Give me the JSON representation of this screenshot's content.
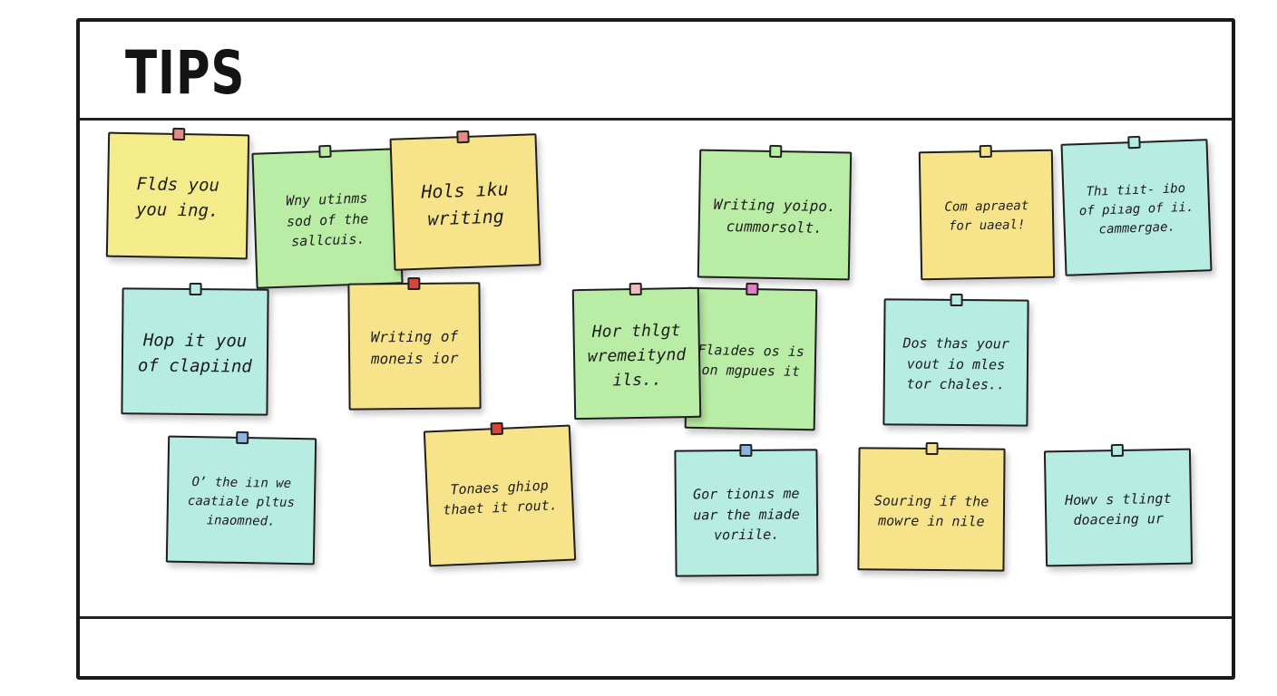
{
  "board": {
    "title": "TIPS"
  },
  "notes": [
    {
      "id": "n1",
      "text": "Flds you\nyou ing.",
      "color": "#f4ec8a",
      "pin": "#e38a86"
    },
    {
      "id": "n2",
      "text": "Wny utinms\nsod of the\nsallcuis.",
      "color": "#b9eca4",
      "pin": "#b9eca4"
    },
    {
      "id": "n3",
      "text": "Hols ıku\nwriting",
      "color": "#f7e48a",
      "pin": "#e38a86"
    },
    {
      "id": "n4",
      "text": "Writing yoipo.\ncummorsolt.",
      "color": "#b9eca4",
      "pin": "#b9eca4"
    },
    {
      "id": "n5",
      "text": "Com apraeat\nfor uaeal!",
      "color": "#f7e48a",
      "pin": "#f3e38a"
    },
    {
      "id": "n6",
      "text": "Thı tiıt- ibo\nof piıag of ii.\ncammergae.",
      "color": "#b6ece2",
      "pin": "#b6ece2"
    },
    {
      "id": "n7",
      "text": "Hop it you\nof clapiind",
      "color": "#b6ece2",
      "pin": "#b6ece2"
    },
    {
      "id": "n8",
      "text": "Writing of\nmoneis ior",
      "color": "#f7e48a",
      "pin": "#d9443d"
    },
    {
      "id": "n9",
      "text": "Flaıdes os is\non mgpues it",
      "color": "#b9eca4",
      "pin": "#e27ec8"
    },
    {
      "id": "n10",
      "text": "Hor thlgt\nwremeitynd\nils..",
      "color": "#b9eca4",
      "pin": "#e9c0bd"
    },
    {
      "id": "n11",
      "text": "Dos thas your\nvout io mles\ntor chales..",
      "color": "#b6ece2",
      "pin": "#b6ece2"
    },
    {
      "id": "n12",
      "text": "Oʼ the iın we\ncaatiale pltus\ninaomned.",
      "color": "#b6ece2",
      "pin": "#8fb3e0"
    },
    {
      "id": "n13",
      "text": "Tonaes ghiop\nthaet it rout.",
      "color": "#f7e48a",
      "pin": "#d9443d"
    },
    {
      "id": "n14",
      "text": "Gor tionıs me\nuar the miade\nvoriile.",
      "color": "#b6ece2",
      "pin": "#8fb3e0"
    },
    {
      "id": "n15",
      "text": "Souring if the\nmowre in nile",
      "color": "#f7e48a",
      "pin": "#f3e38a"
    },
    {
      "id": "n16",
      "text": "Howv s tlingt\ndoaceing ur",
      "color": "#b6ece2",
      "pin": "#b6ece2"
    }
  ]
}
